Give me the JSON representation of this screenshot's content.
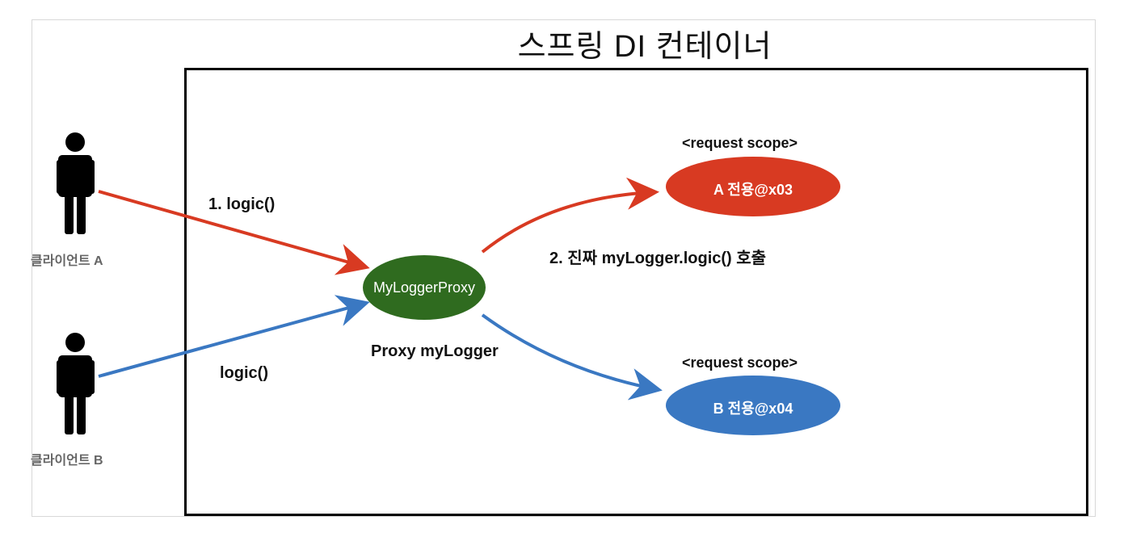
{
  "title": "스프링 DI 컨테이너",
  "clients": [
    {
      "label": "클라이언트 A"
    },
    {
      "label": "클라이언트 B"
    }
  ],
  "messages": {
    "a_call": "1. logic()",
    "b_call": "logic()",
    "real_call": "2. 진짜 myLogger.logic() 호출"
  },
  "proxy": {
    "node_label": "MyLoggerProxy",
    "caption": "Proxy myLogger",
    "color": "#2f6b1f"
  },
  "instances": [
    {
      "scope": "<request scope>",
      "label": "A 전용@x03",
      "color": "#d83a22"
    },
    {
      "scope": "<request scope>",
      "label": "B 전용@x04",
      "color": "#3a78c2"
    }
  ],
  "colors": {
    "arrow_red": "#d83a22",
    "arrow_blue": "#3a78c2"
  }
}
